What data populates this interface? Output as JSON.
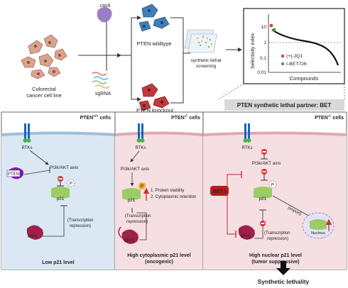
{
  "top": {
    "cell_line_label": [
      "Colorectal",
      "cancer cell line"
    ],
    "cas9_label": "cas9",
    "sgrna_label": "sgRNA",
    "wildtype_label": "PTEN wildtype",
    "knockout_label": "PTEN knockout",
    "screen_label": [
      "synthetic lethal",
      "screening"
    ],
    "chart_inset": {
      "ylabel": "Selectivity index",
      "xlabel": "Compounds",
      "yticks": [
        "10",
        "1",
        "0.1",
        "0.01"
      ],
      "legend": [
        {
          "label": "(+)-JQ1",
          "color": "#e53935"
        },
        {
          "label": "I-BET726",
          "color": "#43a047"
        }
      ]
    },
    "partner_banner": "PTEN synthetic lethal partner: BET"
  },
  "panels": [
    {
      "id": "wt",
      "header_base": "PTEN",
      "header_sup": "+/+",
      "header_suffix": " cells",
      "rtks": "RTKs",
      "axis": "PI3k/AKT axis",
      "pten": "PTEN",
      "p": "P",
      "p21": "p21",
      "myc": "MYC",
      "transcription": [
        "(Transcription",
        "repression)"
      ],
      "footer": [
        "Low p21 level"
      ],
      "bg": "#dbe8f4"
    },
    {
      "id": "ko-cyto",
      "header_base": "PTEN",
      "header_sup": "-/-",
      "header_suffix": " cells",
      "rtks": "RTKs",
      "axis": "PI3k/AKT axis",
      "p": "P",
      "p21": "p21",
      "myc": "MYC",
      "stability": [
        "1. Protein stability",
        "2. Cytoplasmic retention"
      ],
      "transcription": [
        "(Transcription",
        "repression)"
      ],
      "footer": [
        "High cytoplasmic p21 level",
        "(oncogenic)"
      ],
      "bg": "#f6dfe3"
    },
    {
      "id": "ko-beti",
      "header_base": "PTEN",
      "header_sup": "-/-",
      "header_suffix": " cells",
      "rtks": "RTKs",
      "axis": "PI3k/AKT axis",
      "bet": "BET i",
      "p": "P",
      "p21": "p21",
      "myc": "MYC",
      "import": "(import)",
      "nucleus": "Nucleus",
      "transcription": [
        "(Transcription",
        "repression)"
      ],
      "footer": [
        "High nuclear p21 level",
        "(tumor suppressive)"
      ],
      "bg": "#f6dfe3"
    }
  ],
  "conclusion": "Synthetic lethality",
  "colors": {
    "red": "#d32f2f",
    "green_p21": "#9ccc65",
    "myc": "#a0204a",
    "pten": "#7b1fa2",
    "orange_p": "#f5a623",
    "membrane_wt": "#b9cfe6",
    "membrane_ko": "#e8b5bd"
  }
}
